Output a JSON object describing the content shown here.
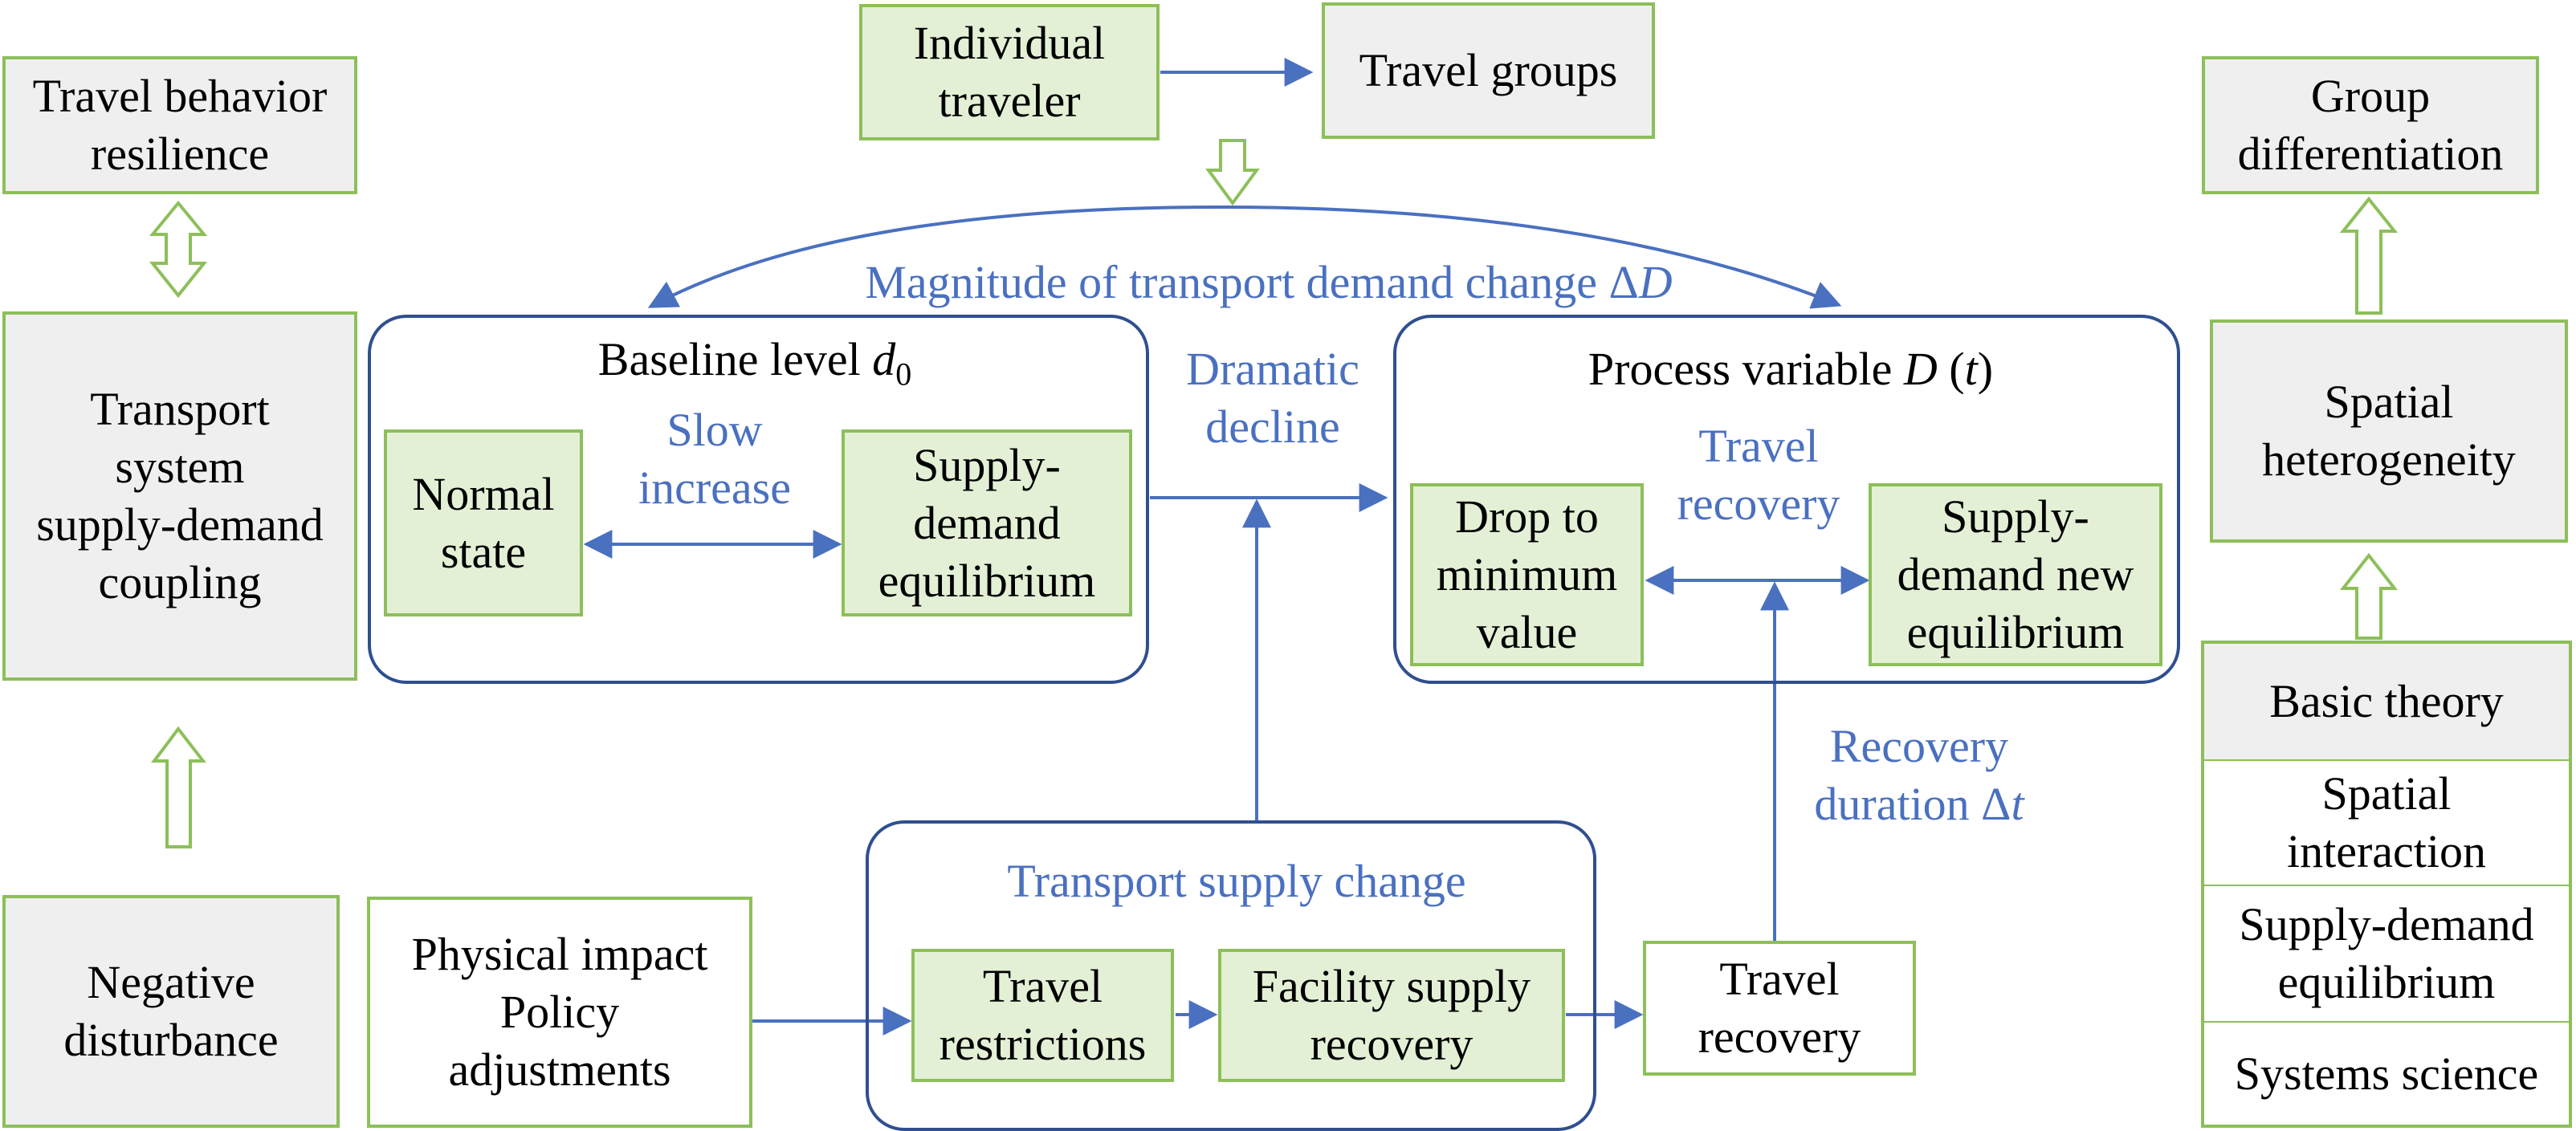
{
  "boxes": {
    "travel_behavior_resilience": "Travel behavior\nresilience",
    "transport_system_coupling": "Transport\nsystem\nsupply-demand\ncoupling",
    "negative_disturbance": "Negative\ndisturbance",
    "individual_traveler": "Individual\ntraveler",
    "travel_groups": "Travel groups",
    "normal_state": "Normal\nstate",
    "supply_demand_equilibrium": "Supply-\ndemand\nequilibrium",
    "drop_to_minimum": "Drop to\nminimum\nvalue",
    "supply_demand_new_equilibrium": "Supply-\ndemand new\nequilibrium",
    "physical_impact_policy": "Physical impact\nPolicy\nadjustments",
    "travel_restrictions": "Travel\nrestrictions",
    "facility_supply_recovery": "Facility supply\nrecovery",
    "travel_recovery_box": "Travel\nrecovery",
    "group_differentiation": "Group\ndifferentiation",
    "spatial_heterogeneity": "Spatial\nheterogeneity",
    "basic_theory": "Basic theory",
    "spatial_interaction": "Spatial\ninteraction",
    "theory_supply_demand": "Supply-demand\nequilibrium",
    "systems_science": "Systems science"
  },
  "labels": {
    "magnitude_prefix": "Magnitude of transport demand change Δ",
    "magnitude_var": "D",
    "baseline_prefix": "Baseline level ",
    "baseline_var": "d",
    "baseline_sub": "0",
    "process_prefix": "Process variable ",
    "process_var": "D",
    "process_open": " (",
    "process_t": "t",
    "process_close": ")",
    "slow_increase": "Slow\nincrease",
    "dramatic_decline": "Dramatic\ndecline",
    "travel_recovery_arrow": "Travel\nrecovery",
    "recovery_duration_line1": "Recovery",
    "recovery_duration_prefix": "duration Δ",
    "recovery_duration_var": "t",
    "transport_supply_change": "Transport supply change"
  },
  "colors": {
    "green_border": "#8dbf5a",
    "green_fill": "#e3f0d6",
    "gray_fill": "#efefef",
    "group_border": "#2f4f8f",
    "arrow_blue": "#4a70c0"
  }
}
